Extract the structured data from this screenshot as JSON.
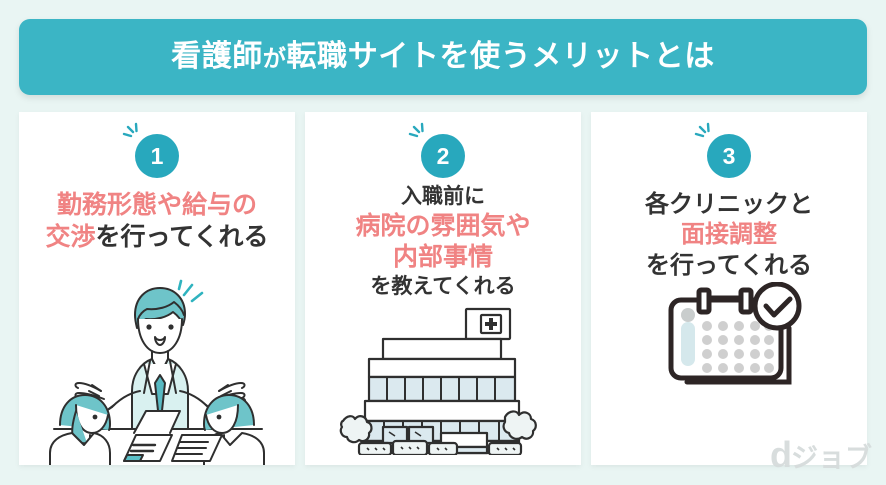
{
  "header": {
    "title_main_1": "看護師",
    "title_particle": "が",
    "title_main_2": "転職サイトを使うメリットとは",
    "title_full": "看護師が転職サイトを使うメリットとは",
    "background_color": "#3bb5c5",
    "text_color": "#ffffff"
  },
  "theme": {
    "page_background": "#e9f5f3",
    "card_background": "#ffffff",
    "accent_teal": "#28a8bd",
    "highlight_salmon": "#f08383",
    "body_text": "#333333",
    "logo_gray": "#d6dcdc"
  },
  "cards": [
    {
      "badge": "1",
      "lines": [
        {
          "text": "勤務形態や給与の",
          "style": "highlight"
        },
        {
          "text": "交渉",
          "style": "highlight",
          "inline_next": true
        },
        {
          "text": "を行ってくれる",
          "style": "normal"
        }
      ],
      "headline_plain": "勤務形態や給与の交渉を行ってくれる",
      "illustration": "career-consultation-illustration",
      "illustration_alt": "キャリア相談のイラスト"
    },
    {
      "badge": "2",
      "lines": [
        {
          "text": "入職前に",
          "style": "lead"
        },
        {
          "text": "病院の雰囲気や",
          "style": "highlight"
        },
        {
          "text": "内部事情",
          "style": "highlight"
        },
        {
          "text": "を教えてくれる",
          "style": "lead"
        }
      ],
      "headline_plain": "入職前に病院の雰囲気や内部事情を教えてくれる",
      "illustration": "hospital-building-illustration",
      "illustration_alt": "病院の建物のイラスト"
    },
    {
      "badge": "3",
      "lines": [
        {
          "text": "各クリニックと",
          "style": "normal"
        },
        {
          "text": "面接調整",
          "style": "highlight"
        },
        {
          "text": "を行ってくれる",
          "style": "normal"
        }
      ],
      "headline_plain": "各クリニックと面接調整を行ってくれる",
      "illustration": "calendar-check-illustration",
      "illustration_alt": "カレンダーとチェックマークのイラスト"
    }
  ],
  "logo": {
    "mark": "d",
    "word": "ジョブ",
    "full": "dジョブ"
  }
}
